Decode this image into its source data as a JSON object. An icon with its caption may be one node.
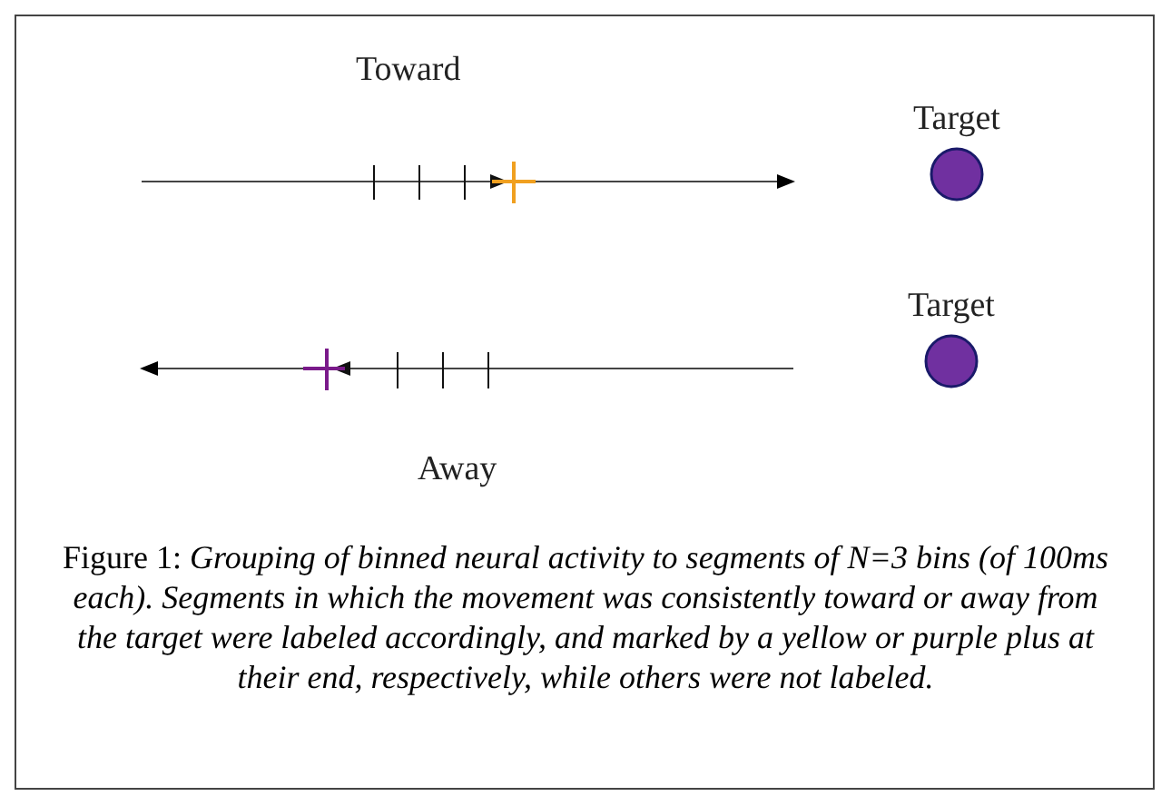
{
  "diagram": {
    "caption": "Figure 1: *Grouping of binned neural activity to segments of N=3 bins (of 100ms each). Segments in which the movement was consistently toward or away from the target were labeled accordingly, and marked by a yellow or purple plus at their end, respectively, while others were not labeled.*",
    "nodes": [
      {
        "text": [
          "Target"
        ]
      },
      {
        "text": [
          "Target"
        ]
      }
    ],
    "labels": [
      "Toward",
      "Away"
    ]
  }
}
